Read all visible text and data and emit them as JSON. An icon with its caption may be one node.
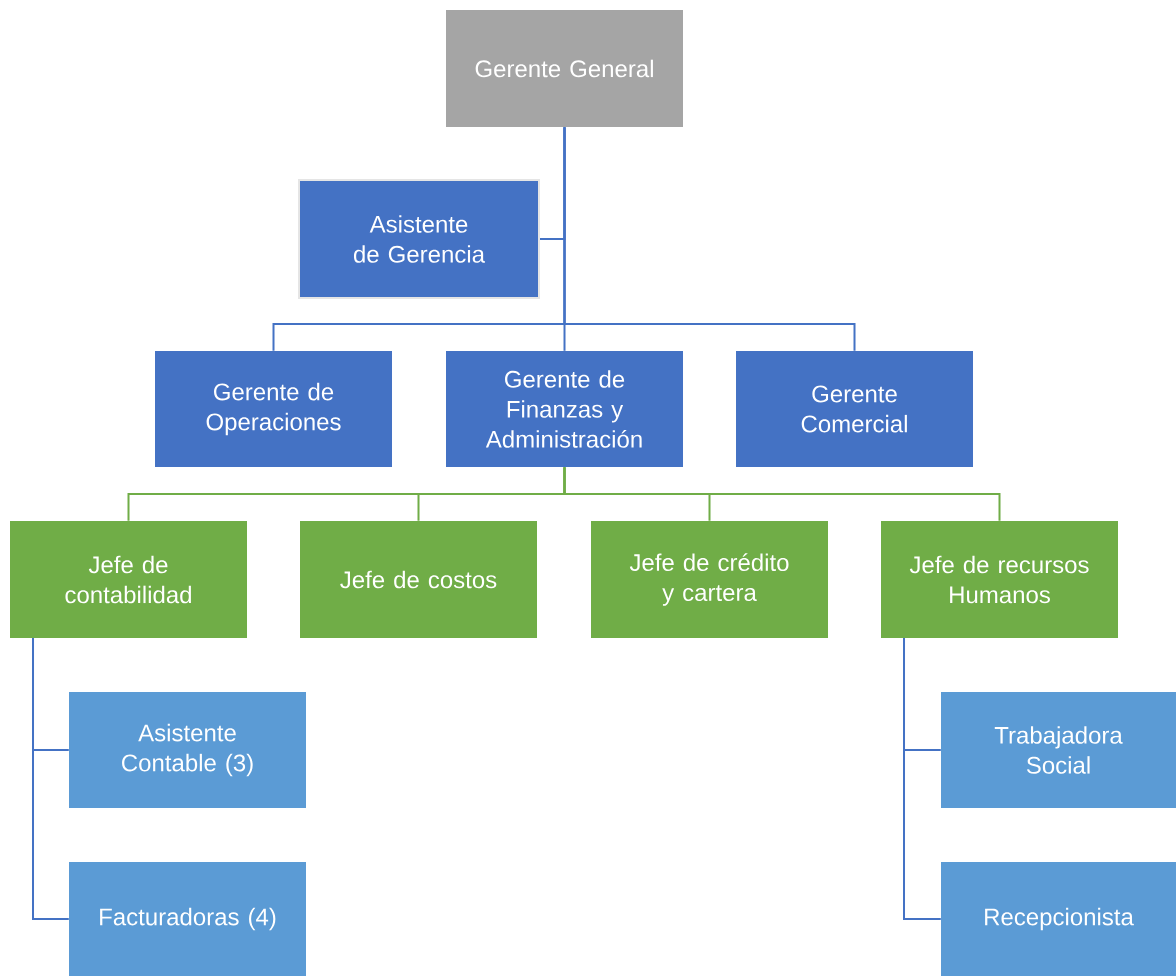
{
  "diagram": {
    "nodes": [
      {
        "text": [
          "Gerente General"
        ]
      },
      {
        "text": [
          "Asistente de Gerencia"
        ]
      },
      {
        "text": [
          "Gerente de Operaciones"
        ]
      },
      {
        "text": [
          "Gerente de Finanzas y Administración"
        ]
      },
      {
        "text": [
          "Gerente Comercial"
        ]
      },
      {
        "text": [
          "Jefe de contabilidad"
        ]
      },
      {
        "text": [
          "Jefe de costos"
        ]
      },
      {
        "text": [
          "Jefe de crédito y cartera"
        ]
      },
      {
        "text": [
          "Jefe de recursos Humanos"
        ]
      },
      {
        "text": [
          "Asistente Contable (3)"
        ]
      },
      {
        "text": [
          "Facturadoras (4)"
        ]
      },
      {
        "text": [
          "Trabajadora Social"
        ]
      },
      {
        "text": [
          "Recepcionista"
        ]
      }
    ],
    "edges": [
      {
        "from": 0,
        "to": 1,
        "arrow": "none"
      },
      {
        "from": 0,
        "to": 2,
        "arrow": "none"
      },
      {
        "from": 0,
        "to": 3,
        "arrow": "none"
      },
      {
        "from": 0,
        "to": 4,
        "arrow": "none"
      },
      {
        "from": 3,
        "to": 5,
        "arrow": "none",
        "color": "#70ad47"
      },
      {
        "from": 3,
        "to": 6,
        "arrow": "none",
        "color": "#70ad47"
      },
      {
        "from": 3,
        "to": 7,
        "arrow": "none",
        "color": "#70ad47"
      },
      {
        "from": 3,
        "to": 8,
        "arrow": "none",
        "color": "#70ad47"
      },
      {
        "from": 5,
        "to": 9,
        "arrow": "none"
      },
      {
        "from": 5,
        "to": 10,
        "arrow": "none"
      },
      {
        "from": 8,
        "to": 11,
        "arrow": "none"
      },
      {
        "from": 8,
        "to": 12,
        "arrow": "none"
      }
    ]
  }
}
